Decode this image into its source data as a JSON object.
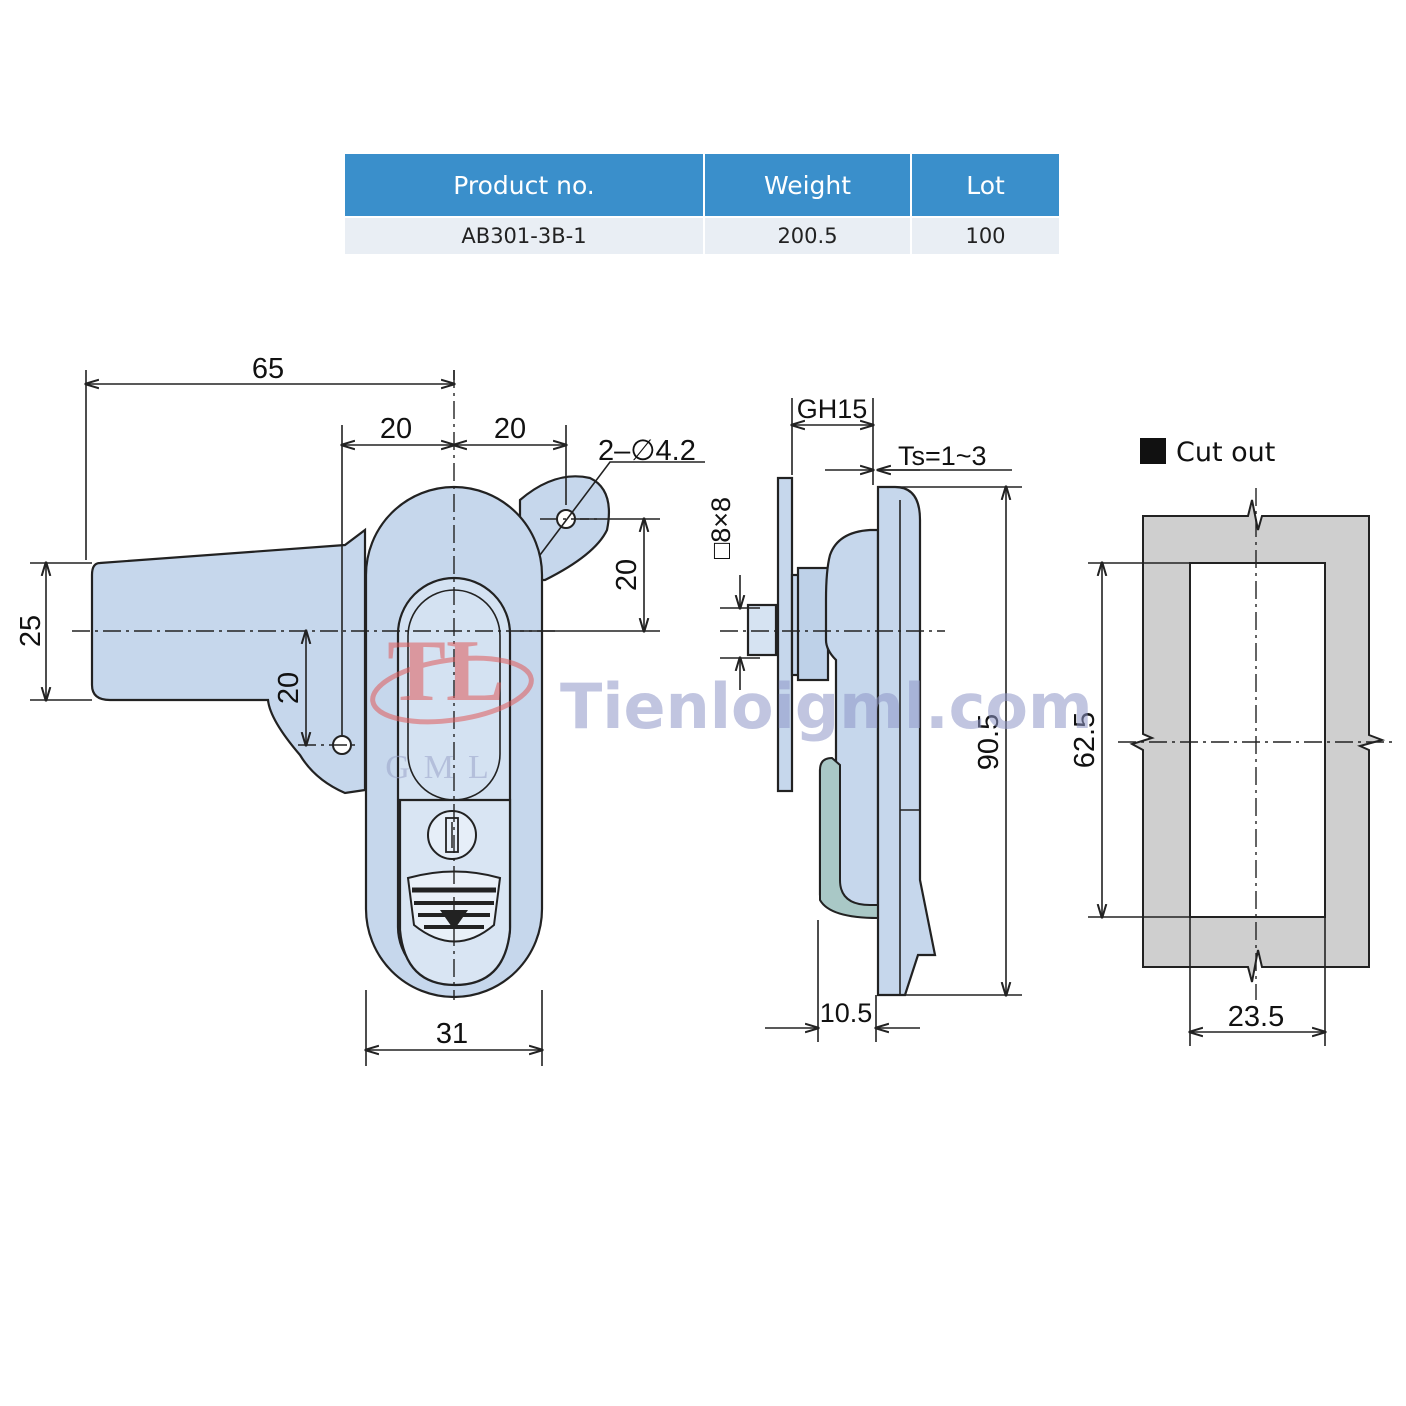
{
  "table": {
    "headers": [
      "Product no.",
      "Weight",
      "Lot"
    ],
    "row": [
      "AB301-3B-1",
      "200.5",
      "100"
    ]
  },
  "front_view": {
    "dim_overall_width": "65",
    "dim_left_spacing": "20",
    "dim_right_spacing": "20",
    "dim_hole_callout": "2–∅4.2",
    "dim_right_height": "20",
    "dim_left_height": "25",
    "dim_lower_height": "20",
    "dim_body_width": "31"
  },
  "side_view": {
    "dim_gh": "GH15",
    "dim_ts": "Ts=1~3",
    "dim_square": "□8×8",
    "dim_height": "90.5",
    "dim_depth": "10.5"
  },
  "cutout": {
    "title": "Cut out",
    "dim_height": "62.5",
    "dim_width": "23.5"
  },
  "watermark": {
    "logo_letters": "TL",
    "logo_sub": "GML",
    "site": "Tienloigml.com"
  },
  "colors": {
    "header_bg": "#3a8fcb",
    "row_bg": "#e9eef4",
    "part_fill": "#c6d7ec",
    "cutout_fill": "#cfcfcf"
  }
}
